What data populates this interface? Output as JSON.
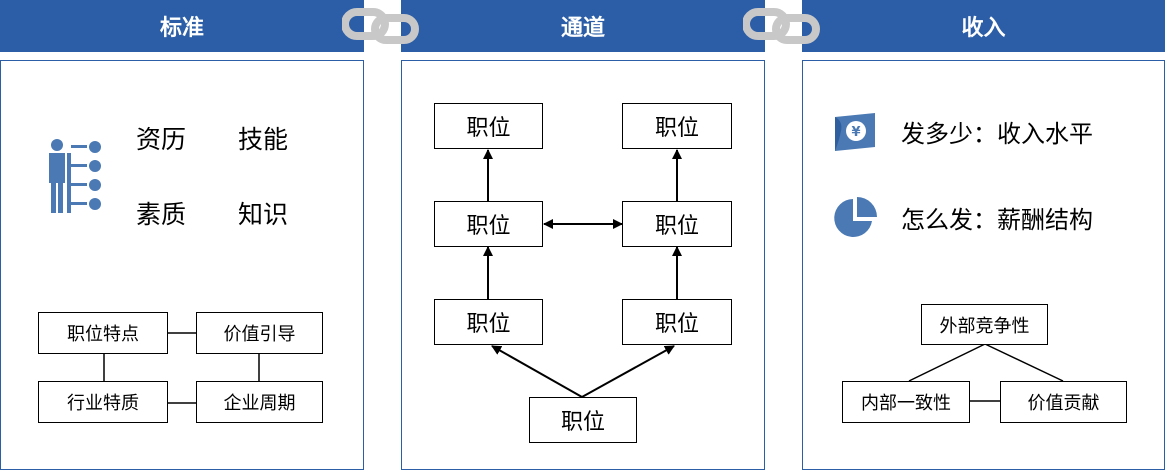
{
  "headers": {
    "standard": "标准",
    "channel": "通道",
    "income": "收入"
  },
  "standard": {
    "qualities": {
      "q1": "资历",
      "q2": "技能",
      "q3": "素质",
      "q4": "知识"
    },
    "boxes": {
      "b1": "职位特点",
      "b2": "价值引导",
      "b3": "行业特质",
      "b4": "企业周期"
    }
  },
  "channel": {
    "position_label": "职位"
  },
  "income": {
    "line1": "发多少：收入水平",
    "line2": "怎么发：薪酬结构",
    "boxes": {
      "top": "外部竞争性",
      "left": "内部一致性",
      "right": "价值贡献"
    }
  },
  "colors": {
    "brand_blue": "#2b5ea7",
    "icon_blue": "#4a79b4",
    "chain_gray": "#c8c8c8"
  },
  "icons": [
    "person-tree-icon",
    "money-note-icon",
    "pie-chart-icon",
    "chain-link-icon"
  ]
}
